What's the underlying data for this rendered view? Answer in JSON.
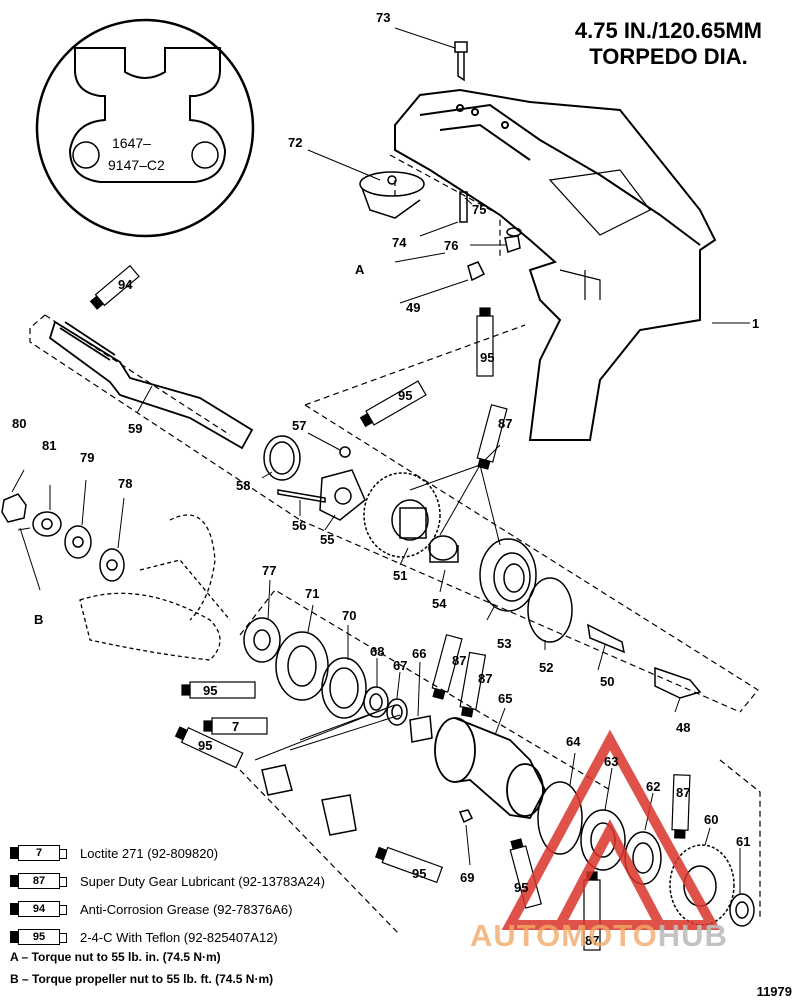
{
  "title": {
    "line1": "4.75 IN./120.65MM",
    "line2": "TORPEDO DIA."
  },
  "detail_label": {
    "line1": "1647–",
    "line2": "9147–C2"
  },
  "part_callouts": [
    "73",
    "72",
    "75",
    "74",
    "76",
    "49",
    "1",
    "59",
    "57",
    "58",
    "56",
    "55",
    "51",
    "54",
    "53",
    "52",
    "50",
    "48",
    "80",
    "81",
    "79",
    "78",
    "77",
    "71",
    "70",
    "68",
    "67",
    "66",
    "65",
    "64",
    "63",
    "62",
    "60",
    "61",
    "69"
  ],
  "letter_callouts": {
    "a": "A",
    "b": "B"
  },
  "tube_labels": {
    "t94": "94",
    "t95": "95",
    "t87": "87",
    "t7": "7"
  },
  "legend": [
    {
      "code": "7",
      "text": "Loctite 271 (92-809820)"
    },
    {
      "code": "87",
      "text": "Super Duty Gear Lubricant (92-13783A24)"
    },
    {
      "code": "94",
      "text": "Anti-Corrosion Grease (92-78376A6)"
    },
    {
      "code": "95",
      "text": "2-4-C With Teflon (92-825407A12)"
    }
  ],
  "notes": {
    "a": "A – Torque nut to 55 lb. in. (74.5 N·m)",
    "b": "B – Torque propeller nut to 55 lb. ft. (74.5 N·m)"
  },
  "figure_number": "11979",
  "watermark": {
    "part1": "AUTOMOTO",
    "part2": "HUB"
  },
  "colors": {
    "line": "#000000",
    "watermark_triangle": "#d9342b",
    "watermark_orange": "#f2a96a",
    "watermark_gray": "#bdbdbd"
  }
}
